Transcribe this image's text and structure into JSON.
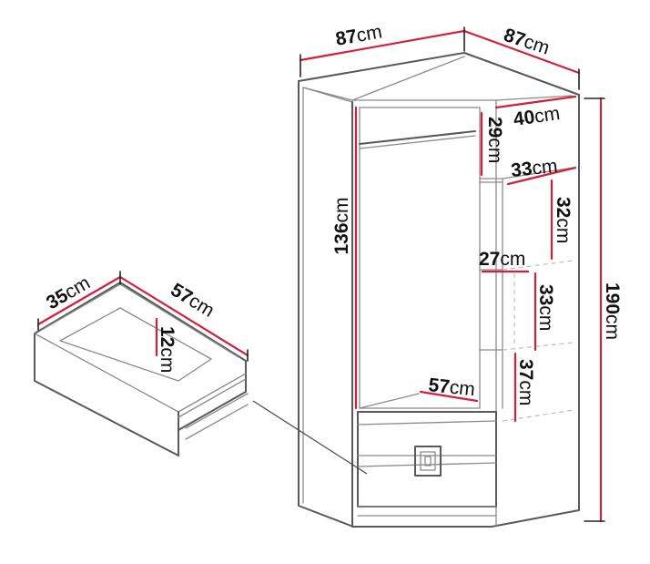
{
  "wardrobe": {
    "width_left": {
      "value": "87",
      "unit": "cm"
    },
    "width_right": {
      "value": "87",
      "unit": "cm"
    },
    "total_height": {
      "value": "190",
      "unit": "cm"
    },
    "hanging_height": {
      "value": "136",
      "unit": "cm"
    },
    "top_shelf_gap": {
      "value": "29",
      "unit": "cm"
    },
    "side_depth": {
      "value": "40",
      "unit": "cm"
    },
    "shelf_width": {
      "value": "33",
      "unit": "cm"
    },
    "shelf_gap_upper": {
      "value": "32",
      "unit": "cm"
    },
    "shelf_depth": {
      "value": "27",
      "unit": "cm"
    },
    "shelf_gap_middle": {
      "value": "33",
      "unit": "cm"
    },
    "shelf_gap_lower": {
      "value": "37",
      "unit": "cm"
    },
    "bottom_width": {
      "value": "57",
      "unit": "cm"
    }
  },
  "drawer": {
    "depth": {
      "value": "35",
      "unit": "cm"
    },
    "width": {
      "value": "57",
      "unit": "cm"
    },
    "height": {
      "value": "12",
      "unit": "cm"
    }
  },
  "colors": {
    "dimension_line": "#d21f3c",
    "outline": "#595959"
  }
}
